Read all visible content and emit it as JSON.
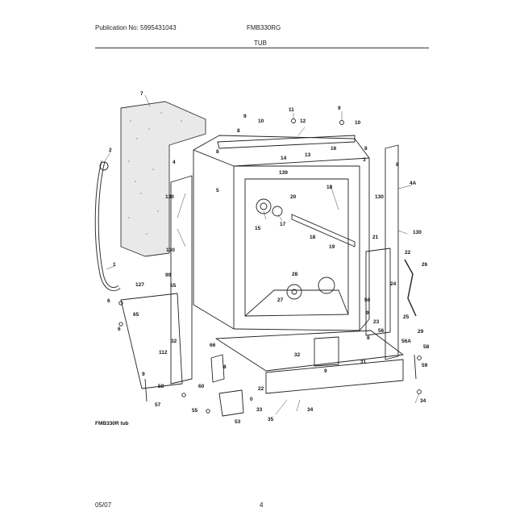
{
  "header": {
    "publication": "Publication No: 5995431043",
    "model": "FMB330RG",
    "section": "TUB"
  },
  "footer": {
    "date": "05/07",
    "page": "4"
  },
  "figure": {
    "caption": "FMB330R tub"
  },
  "callouts": [
    {
      "id": "c7",
      "text": "7"
    },
    {
      "id": "c2",
      "text": "2"
    },
    {
      "id": "c1",
      "text": "1"
    },
    {
      "id": "c9a",
      "text": "9"
    },
    {
      "id": "c10a",
      "text": "10"
    },
    {
      "id": "c11",
      "text": "11"
    },
    {
      "id": "c12",
      "text": "12"
    },
    {
      "id": "c9b",
      "text": "9"
    },
    {
      "id": "c10b",
      "text": "10"
    },
    {
      "id": "c8a",
      "text": "8"
    },
    {
      "id": "c8b",
      "text": "8"
    },
    {
      "id": "c13",
      "text": "13"
    },
    {
      "id": "c14",
      "text": "14"
    },
    {
      "id": "c16",
      "text": "16"
    },
    {
      "id": "c8c",
      "text": "8"
    },
    {
      "id": "c3",
      "text": "3"
    },
    {
      "id": "c4",
      "text": "4"
    },
    {
      "id": "c139",
      "text": "139"
    },
    {
      "id": "c5",
      "text": "5"
    },
    {
      "id": "c20",
      "text": "20"
    },
    {
      "id": "c18a",
      "text": "18"
    },
    {
      "id": "c15",
      "text": "15"
    },
    {
      "id": "c17",
      "text": "17"
    },
    {
      "id": "c18b",
      "text": "18"
    },
    {
      "id": "c19",
      "text": "19"
    },
    {
      "id": "c8d",
      "text": "8"
    },
    {
      "id": "c4a",
      "text": "4A"
    },
    {
      "id": "c130a",
      "text": "130"
    },
    {
      "id": "c130b",
      "text": "130"
    },
    {
      "id": "c130c",
      "text": "130"
    },
    {
      "id": "c130d",
      "text": "130"
    },
    {
      "id": "c21",
      "text": "21"
    },
    {
      "id": "c22",
      "text": "22"
    },
    {
      "id": "c24",
      "text": "24"
    },
    {
      "id": "c26",
      "text": "26"
    },
    {
      "id": "c25",
      "text": "25"
    },
    {
      "id": "c29",
      "text": "29"
    },
    {
      "id": "c28",
      "text": "28"
    },
    {
      "id": "c27",
      "text": "27"
    },
    {
      "id": "c50",
      "text": "50"
    },
    {
      "id": "c23",
      "text": "23"
    },
    {
      "id": "c9c",
      "text": "9"
    },
    {
      "id": "c99",
      "text": "99"
    },
    {
      "id": "c127",
      "text": "127"
    },
    {
      "id": "c55a",
      "text": "55"
    },
    {
      "id": "c65",
      "text": "65"
    },
    {
      "id": "c6a",
      "text": "6"
    },
    {
      "id": "c6b",
      "text": "6"
    },
    {
      "id": "c32a",
      "text": "32"
    },
    {
      "id": "c112",
      "text": "112"
    },
    {
      "id": "c66",
      "text": "66"
    },
    {
      "id": "c56",
      "text": "56"
    },
    {
      "id": "c32b",
      "text": "32"
    },
    {
      "id": "c8e",
      "text": "8"
    },
    {
      "id": "c56a",
      "text": "56A"
    },
    {
      "id": "c58a",
      "text": "58"
    },
    {
      "id": "c31",
      "text": "31"
    },
    {
      "id": "c9d",
      "text": "9"
    },
    {
      "id": "c59",
      "text": "59"
    },
    {
      "id": "c8f",
      "text": "8"
    },
    {
      "id": "c60",
      "text": "60"
    },
    {
      "id": "c58b",
      "text": "58"
    },
    {
      "id": "c57",
      "text": "57"
    },
    {
      "id": "c9e",
      "text": "9"
    },
    {
      "id": "c55b",
      "text": "55"
    },
    {
      "id": "c53",
      "text": "53"
    },
    {
      "id": "c22b",
      "text": "22"
    },
    {
      "id": "c0",
      "text": "0"
    },
    {
      "id": "c33",
      "text": "33"
    },
    {
      "id": "c35",
      "text": "35"
    },
    {
      "id": "c34a",
      "text": "34"
    },
    {
      "id": "c34b",
      "text": "34"
    }
  ]
}
